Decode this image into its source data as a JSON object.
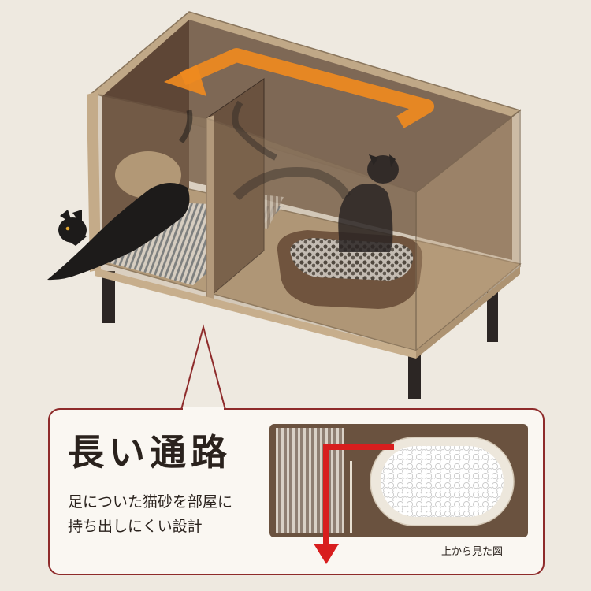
{
  "colors": {
    "background": "#eee9e0",
    "wood": "#c2ab8a",
    "panel": "#6a523f",
    "callout_border": "#8e2b2b",
    "route_red": "#d81e1e",
    "route_orange": "#ef8a1f"
  },
  "callout": {
    "title": "長い通路",
    "description_line1": "足についた猫砂を部屋に",
    "description_line2": "持ち出しにくい設計",
    "caption": "上から見た図"
  }
}
